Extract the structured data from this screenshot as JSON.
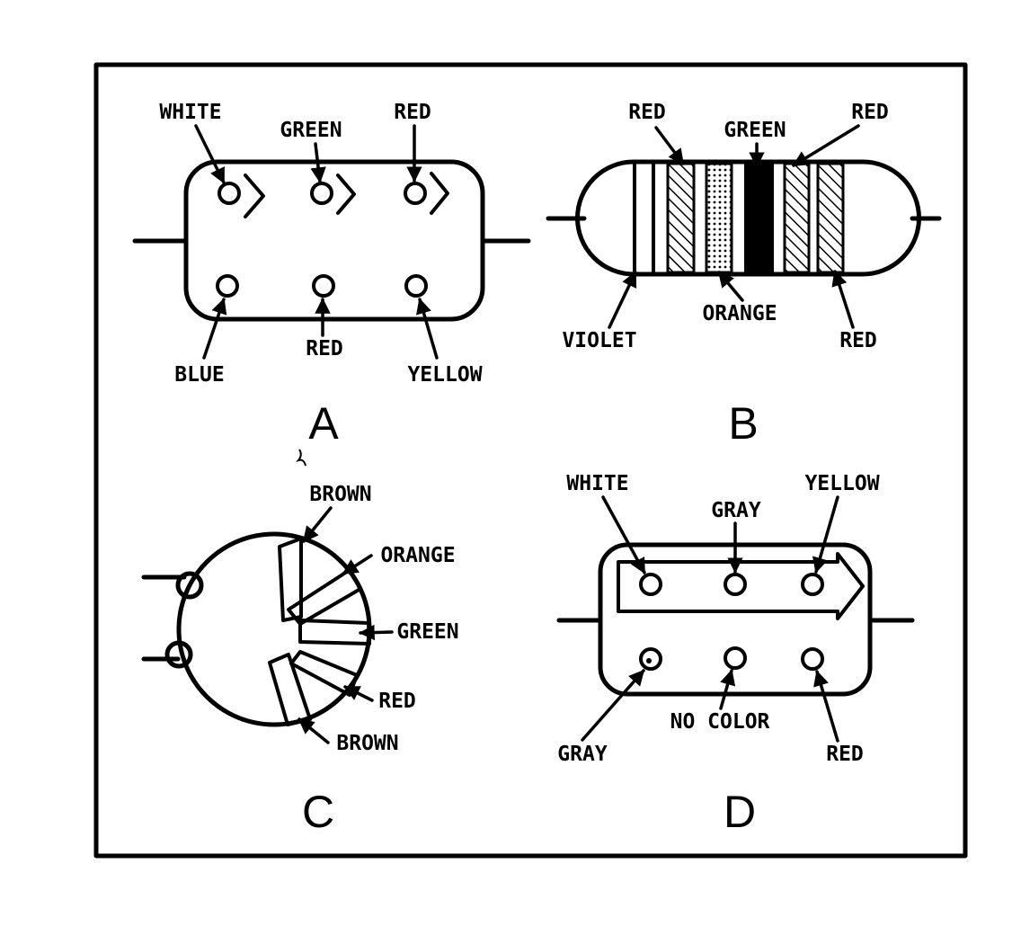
{
  "panels": {
    "a": {
      "letter": "A",
      "top_labels": [
        "WHITE",
        "GREEN",
        "RED"
      ],
      "bottom_labels": [
        "BLUE",
        "RED",
        "YELLOW"
      ]
    },
    "b": {
      "letter": "B",
      "top_labels": [
        "RED",
        "GREEN",
        "RED"
      ],
      "bottom_labels": [
        "VIOLET",
        "ORANGE",
        "RED"
      ]
    },
    "c": {
      "letter": "C",
      "labels": [
        "BROWN",
        "ORANGE",
        "GREEN",
        "RED",
        "BROWN"
      ]
    },
    "d": {
      "letter": "D",
      "top_labels": [
        "WHITE",
        "GRAY",
        "YELLOW"
      ],
      "bottom_labels": [
        "GRAY",
        "NO COLOR",
        "RED"
      ]
    }
  },
  "colors": {
    "ink": "#000000",
    "paper": "#ffffff"
  }
}
